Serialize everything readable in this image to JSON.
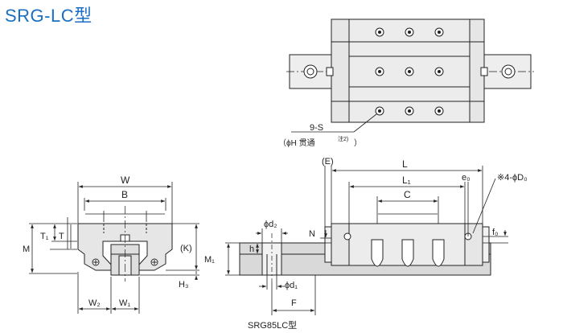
{
  "title": "SRG-LC型",
  "caption": "SRG85LC型",
  "labels": {
    "bolt_label": "9-S",
    "bolt_sub": "（ϕH 贯通",
    "bolt_note": "注2)",
    "bolt_close": "）",
    "W": "W",
    "B": "B",
    "T1": "T₁",
    "T": "T",
    "M": "M",
    "K": "(K)",
    "H3": "H₃",
    "W2": "W₂",
    "W1": "W₁",
    "d2": "ϕd₂",
    "h": "h",
    "M1": "M₁",
    "d1": "ϕd₁",
    "F": "F",
    "N": "N",
    "E": "(E)",
    "L": "L",
    "L1": "L₁",
    "C": "C",
    "e0": "e₀",
    "f0": "f₀",
    "D0": "※4-ϕD₀"
  },
  "colors": {
    "title": "#1a6fc4",
    "line": "#222222",
    "block_fill": "#e4e4e4",
    "rail_fill": "#d6d6d6"
  }
}
